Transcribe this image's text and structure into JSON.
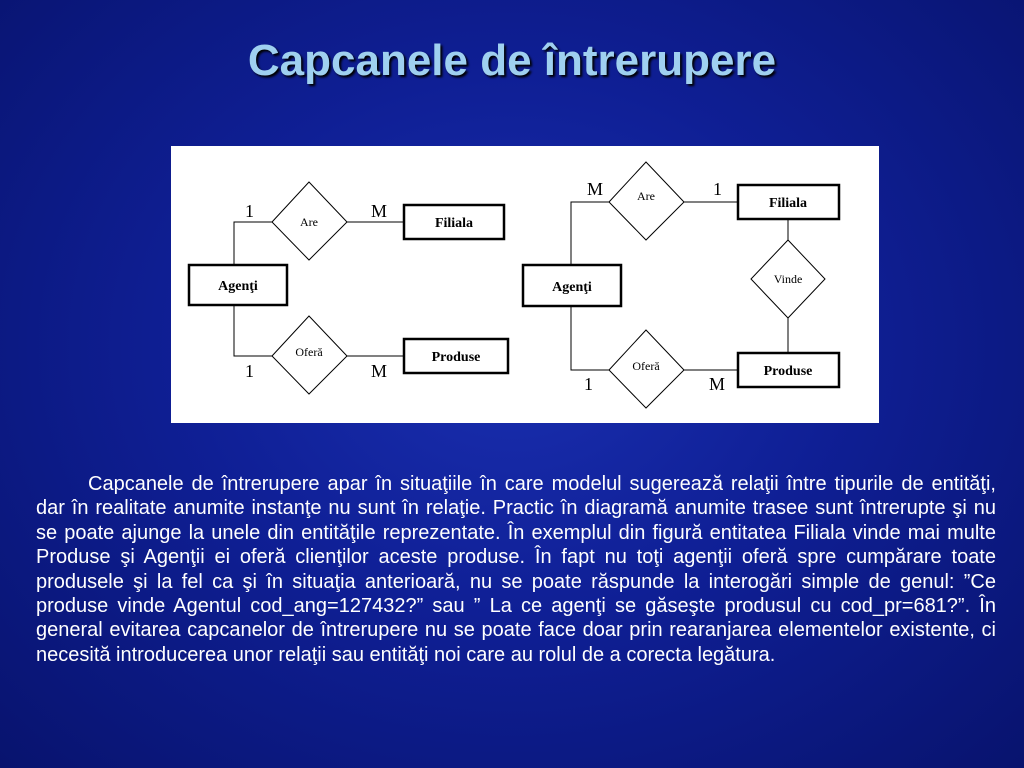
{
  "slide": {
    "title": "Capcanele de întrerupere",
    "paragraph": "Capcanele de întrerupere apar în situaţiile în care modelul sugerează relaţii între tipurile de entităţi, dar în realitate anumite instanţe nu sunt în relaţie. Practic în diagramă anumite trasee sunt întrerupte şi nu se poate ajunge la unele din entităţile reprezentate. În exemplul din figură entitatea Filiala vinde mai multe Produse şi Agenţii ei oferă clienţilor aceste produse. În fapt nu toţi agenţii oferă spre cumpărare toate produsele şi la fel ca şi în situaţia anterioară, nu se poate răspunde la interogări simple de genul: ”Ce produse vinde Agentul cod_ang=127432?” sau ” La ce agenţi se găseşte produsul cu cod_pr=681?”. În general evitarea capcanelor de întrerupere nu se poate face doar prin rearanjarea elementelor existente, ci necesită introducerea unor relaţii sau entităţi noi care au rolul de a corecta legătura."
  },
  "diagram_left": {
    "entities": {
      "agenti": "Agenţi",
      "filiala": "Filiala",
      "produse": "Produse"
    },
    "relations": {
      "are": "Are",
      "ofera": "Oferă"
    },
    "cardinalities": {
      "are_agenti": "1",
      "are_filiala": "M",
      "ofera_agenti": "1",
      "ofera_produse": "M"
    }
  },
  "diagram_right": {
    "entities": {
      "agenti": "Agenţi",
      "filiala": "Filiala",
      "produse": "Produse"
    },
    "relations": {
      "are": "Are",
      "vinde": "Vinde",
      "ofera": "Oferă"
    },
    "cardinalities": {
      "are_agenti": "M",
      "are_filiala": "1",
      "ofera_agenti": "1",
      "ofera_produse": "M"
    }
  }
}
